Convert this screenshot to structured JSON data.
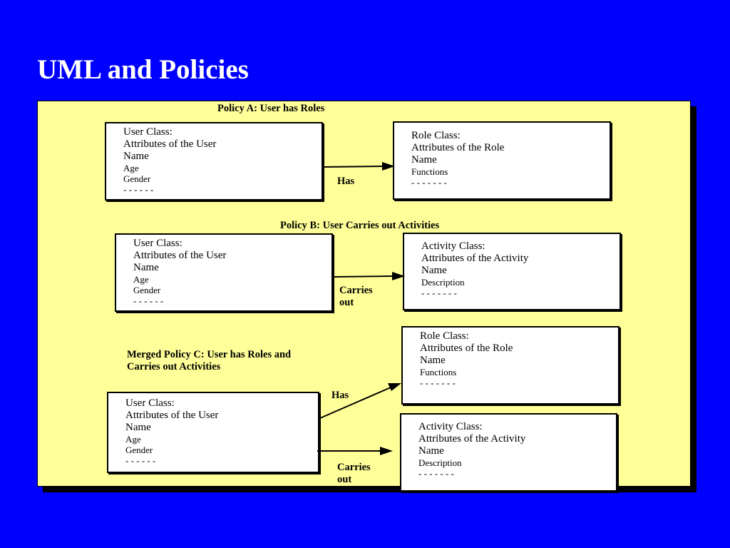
{
  "title": "UML and Policies",
  "policy_a": {
    "heading": "Policy A: User has Roles",
    "user_box": [
      "User Class:",
      "Attributes of the User",
      "Name",
      "Age",
      "Gender",
      "- - - - - -"
    ],
    "role_box": [
      "Role Class:",
      "Attributes of the Role",
      "Name",
      "Functions",
      "- - - - - - -"
    ],
    "arrow_label": "Has"
  },
  "policy_b": {
    "heading": "Policy B: User  Carries out Activities",
    "user_box": [
      "User Class:",
      "Attributes of the User",
      "Name",
      "Age",
      "Gender",
      "- - - - - -"
    ],
    "activity_box": [
      "Activity Class:",
      "Attributes of the Activity",
      "Name",
      "Description",
      "- - - - - - -"
    ],
    "arrow_label_line1": "Carries",
    "arrow_label_line2": "out"
  },
  "policy_c": {
    "heading_line1": "Merged Policy C: User  has Roles and",
    "heading_line2": "Carries out Activities",
    "user_box": [
      "User Class:",
      "Attributes of the User",
      "Name",
      "Age",
      "Gender",
      "- - - - - -"
    ],
    "role_box": [
      "Role Class:",
      "Attributes of the Role",
      "Name",
      "Functions",
      "- - - - - - -"
    ],
    "activity_box": [
      "Activity Class:",
      "Attributes of the Activity",
      "Name",
      "Description",
      "- - - - - - -"
    ],
    "has_label": "Has",
    "carries_label_line1": "Carries",
    "carries_label_line2": "out"
  },
  "colors": {
    "background": "#0000FF",
    "panel": "#FFFF99",
    "box": "#FFFFFF",
    "text": "#000000",
    "title": "#FFFFFF"
  }
}
